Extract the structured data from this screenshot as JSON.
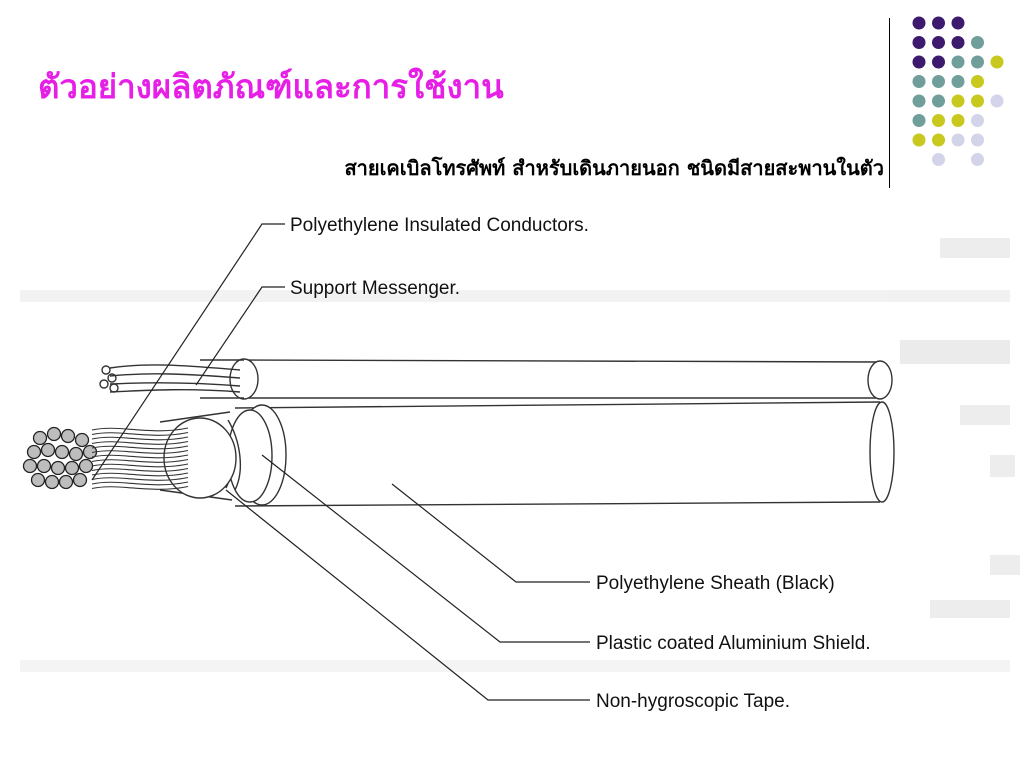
{
  "slide": {
    "title": "ตัวอย่างผลิตภัณฑ์และการใช้งาน",
    "subtitle": "สายเคเบิลโทรศัพท์ สำหรับเดินภายนอก ชนิดมีสายสะพานในตัว",
    "title_color": "#e61ee6"
  },
  "palette": {
    "purple": "#3d1a6e",
    "teal": "#6f9e9b",
    "yellow": "#c8c81e",
    "lavender": "#d3d3ea"
  },
  "diagram": {
    "labels": {
      "conductors": "Polyethylene Insulated Conductors.",
      "messenger": "Support Messenger.",
      "sheath": "Polyethylene Sheath (Black)",
      "shield": "Plastic coated Aluminium Shield.",
      "tape": "Non-hygroscopic Tape."
    }
  }
}
